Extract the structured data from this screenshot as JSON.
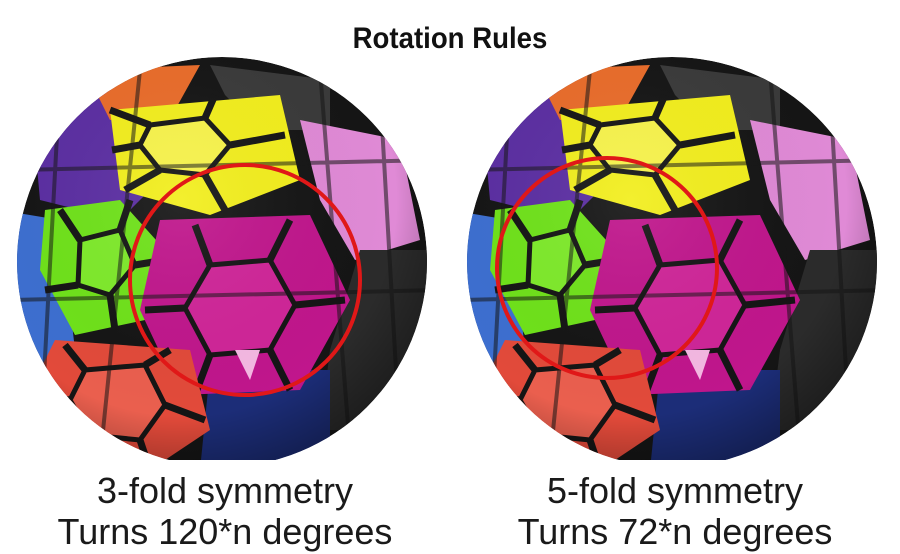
{
  "title": "Rotation Rules",
  "panels": [
    {
      "line1": "3-fold symmetry",
      "line2": "Turns 120*n degrees",
      "highlight": "pink hexagonal face (3-fold axis)"
    },
    {
      "line1": "5-fold symmetry",
      "line2": "Turns 72*n degrees",
      "highlight": "green pentagonal face (5-fold axis)"
    }
  ],
  "colors": {
    "plastic": "#151515",
    "yellow": "#f2ee1c",
    "magenta": "#c0168c",
    "green": "#6fe21a",
    "red": "#e24a3a",
    "purple": "#5b2ea2",
    "pink": "#e08ad6",
    "blue": "#3d6fd0",
    "orange": "#e96c2a",
    "navy": "#1c2d78",
    "circle": "#e01818"
  }
}
